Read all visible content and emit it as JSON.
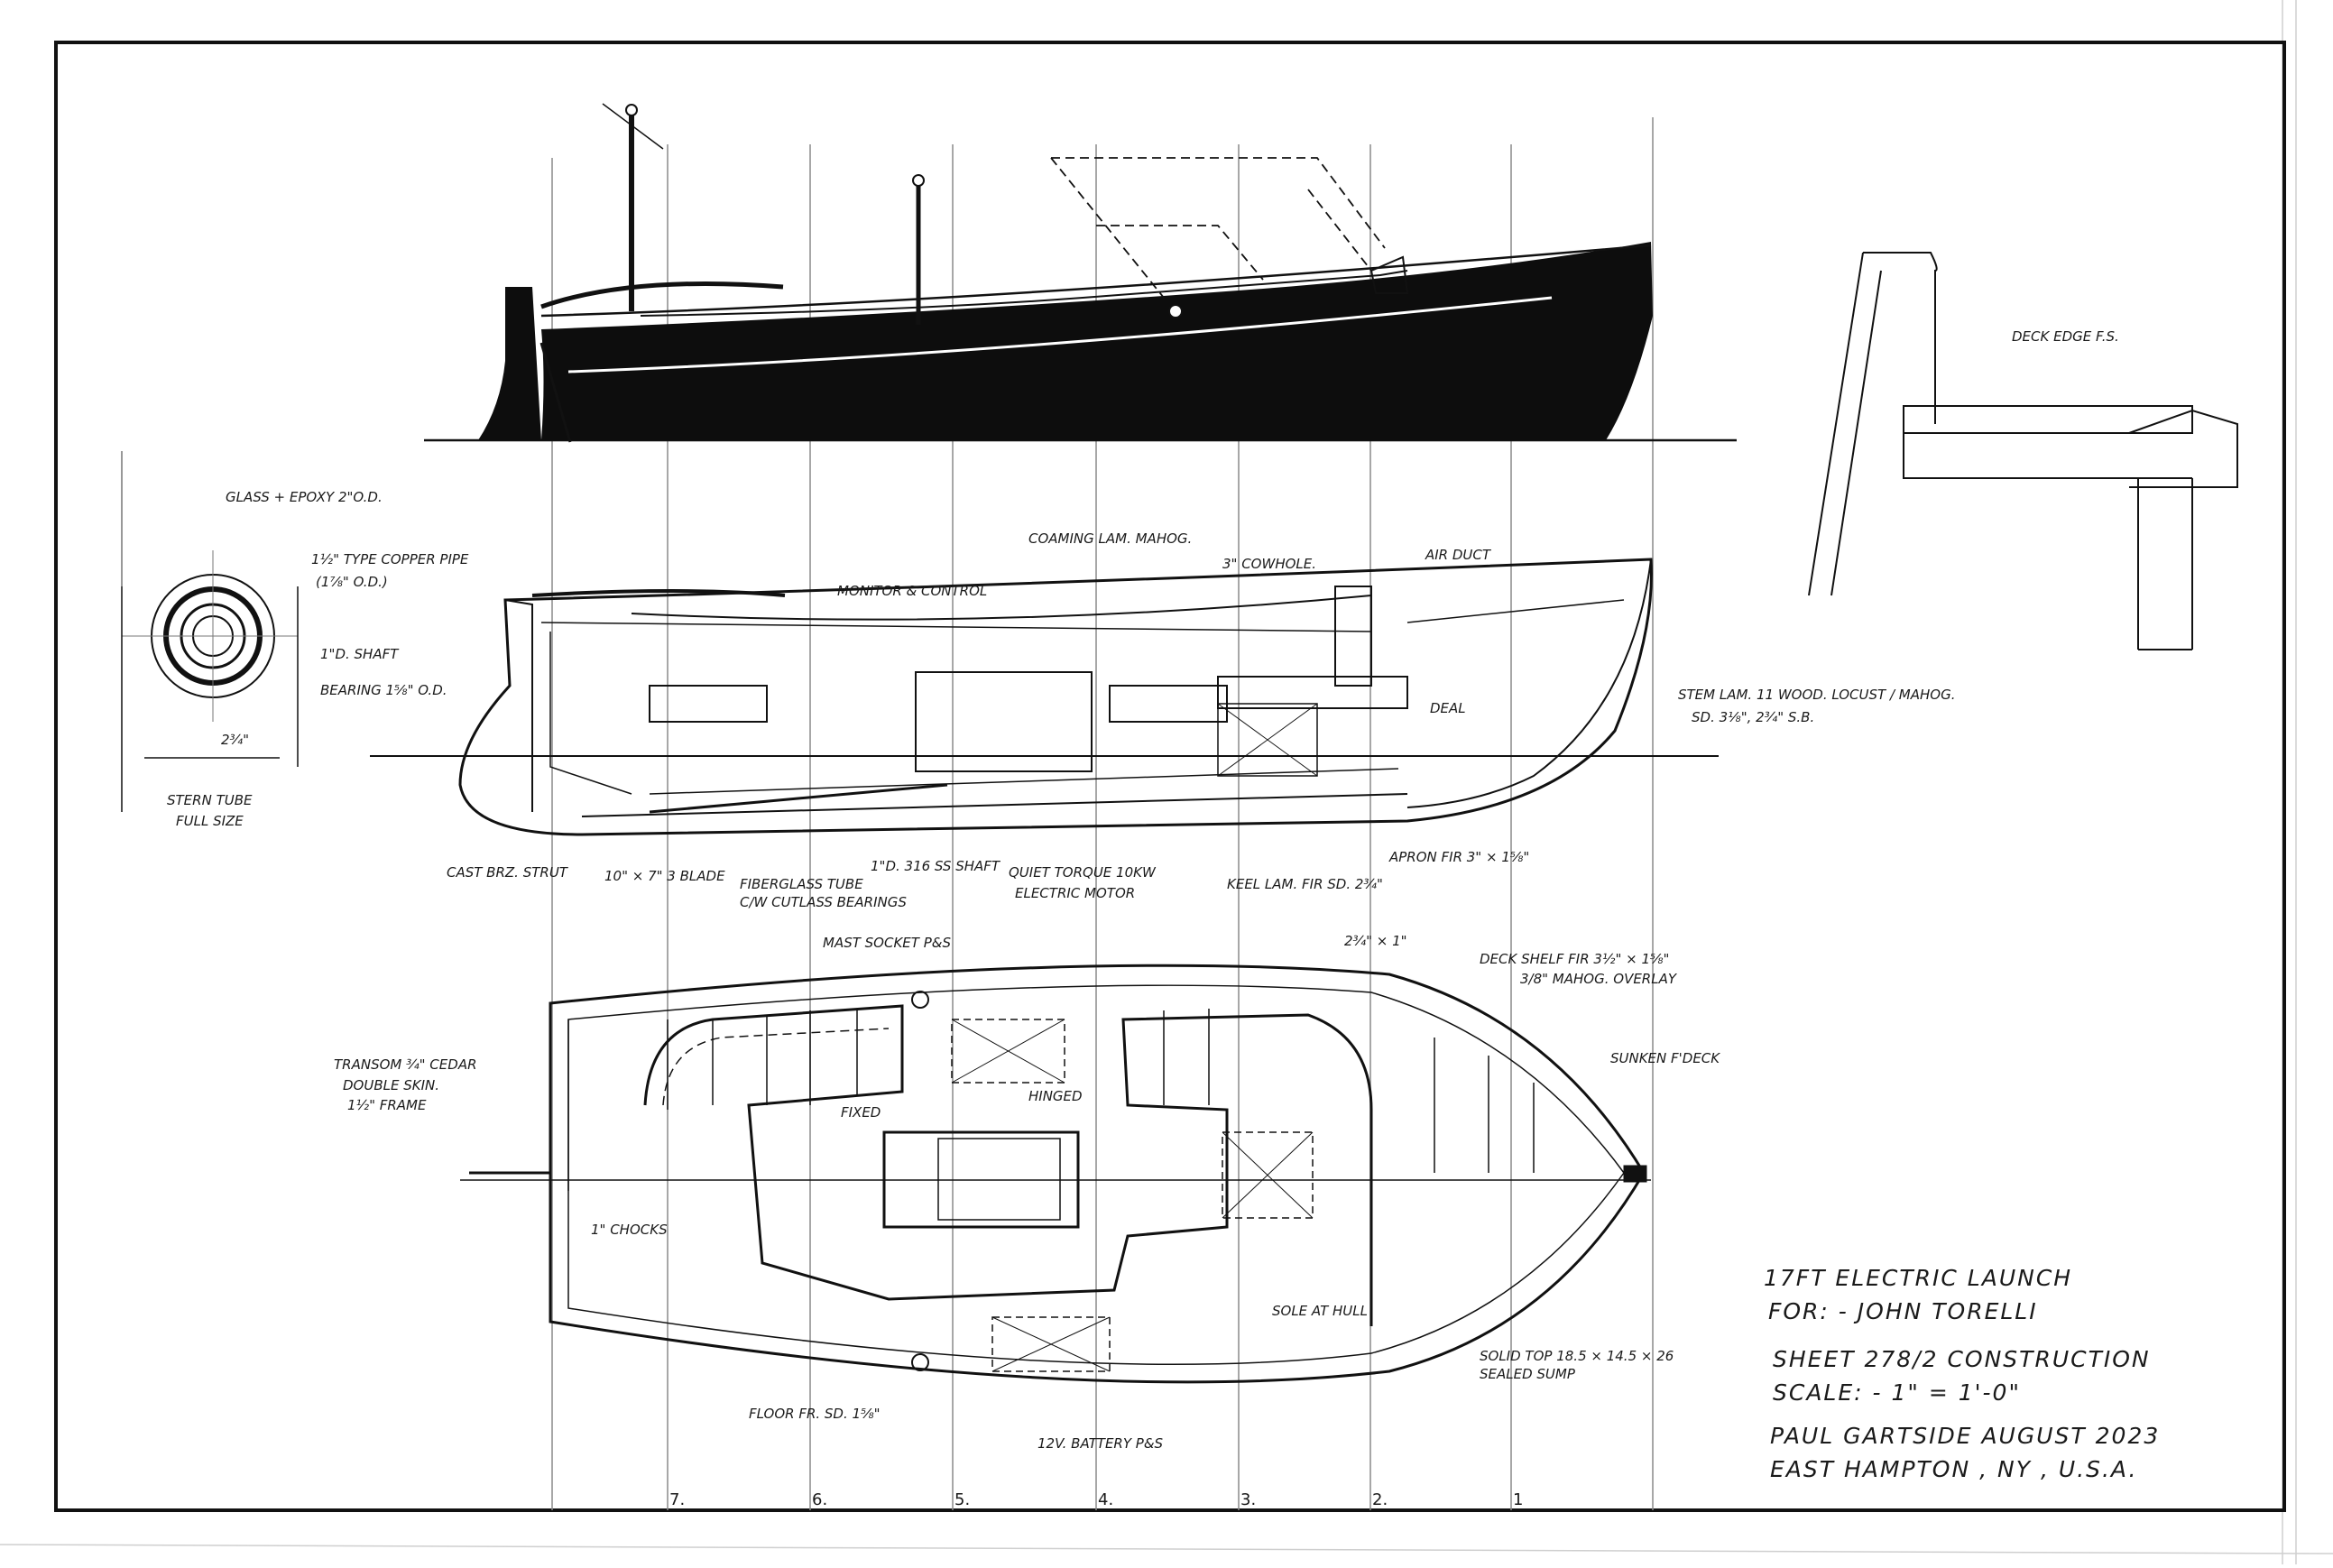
{
  "notes": {
    "glass_epoxy": "GLASS + EPOXY 2\"O.D.",
    "copper_pipe": "1½\" TYPE COPPER PIPE",
    "copper_pipe_od": "(1⅞\" O.D.)",
    "shaft": "1\"D. SHAFT",
    "bearing": "BEARING 1⅝\" O.D.",
    "dim_2_3_4": "2¾\"",
    "stern_tube": "STERN TUBE",
    "full_size": "FULL SIZE",
    "coaming": "COAMING LAM. MAHOG.",
    "cowl": "3\" COWHOLE.",
    "air_duct": "AIR DUCT",
    "monitor_control": "MONITOR & CONTROL",
    "deal": "DEAL",
    "stem_lam": "STEM LAM. 11 WOOD. LOCUST / MAHOG.",
    "stem_lam_2": "SD. 3⅛\", 2¾\" S.B.",
    "cast_brz_strut": "CAST BRZ. STRUT",
    "blade": "10\" × 7\" 3 BLADE",
    "fiberglass_tube": "FIBERGLASS TUBE",
    "cutless": "C/W CUTLASS BEARINGS",
    "ss_shaft": "1\"D. 316 SS SHAFT",
    "motor_1": "QUIET TORQUE 10KW",
    "motor_2": "ELECTRIC MOTOR",
    "keel": "KEEL LAM. FIR SD. 2¾\"",
    "apron": "APRON FIR 3\" × 1⅝\"",
    "deck_edge": "DECK EDGE F.S.",
    "mast_socket": "MAST SOCKET P&S",
    "dim_2_3_4_x_1": "2¾\" × 1\"",
    "deck_shelf": "DECK SHELF FIR 3½\" × 1⅝\"",
    "deck_shelf_2": "3/8\" MAHOG. OVERLAY",
    "transom_1": "TRANSOM ¾\" CEDAR",
    "transom_2": "DOUBLE SKIN.",
    "transom_3": "1½\" FRAME",
    "sunken_fdeck": "SUNKEN F'DECK",
    "fixed": "FIXED",
    "hinged": "HINGED",
    "chocks": "1\" CHOCKS",
    "sole_at_hull": "SOLE AT HULL",
    "battery_box_1": "SOLID TOP 18.5 × 14.5 × 26",
    "battery_box_2": "SEALED SUMP",
    "floor_fr": "FLOOR FR. SD. 1⅝\"",
    "battery_ps": "12V. BATTERY P&S"
  },
  "title_block": {
    "line1": "17FT ELECTRIC LAUNCH",
    "line2": "FOR: - JOHN TORELLI",
    "line3": "SHEET 278/2 CONSTRUCTION",
    "line4": "SCALE: - 1\" = 1'-0\"",
    "line5": "PAUL GARTSIDE    AUGUST 2023",
    "line6": "EAST HAMPTON , NY , U.S.A."
  },
  "stations": [
    "7.",
    "6.",
    "5.",
    "4.",
    "3.",
    "2.",
    "1"
  ],
  "colors": {
    "ink": "#111111",
    "paper": "#ffffff",
    "grid": "#8a8a8a"
  }
}
